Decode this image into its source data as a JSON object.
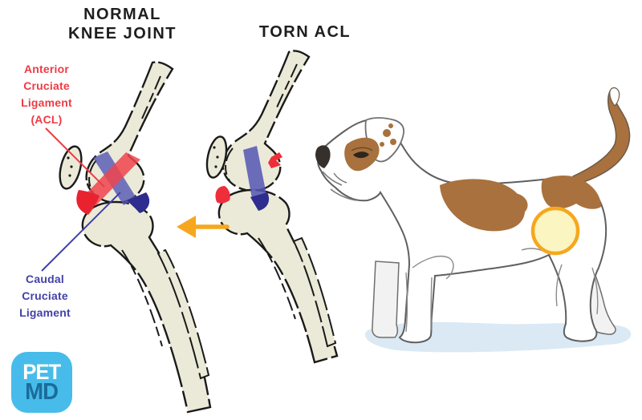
{
  "titles": {
    "left_line1": "NORMAL",
    "left_line2": "KNEE JOINT",
    "right": "TORN ACL"
  },
  "labels": {
    "acl": {
      "lines": [
        "Anterior",
        "Cruciate",
        "Ligament",
        "(ACL)"
      ],
      "color": "#ee3b44"
    },
    "ccl": {
      "lines": [
        "Caudal",
        "Cruciate",
        "Ligament"
      ],
      "color": "#4341a7"
    }
  },
  "logo": {
    "top": "PET",
    "bottom": "MD"
  },
  "icons": {
    "left_arrow": "left-arrow-icon"
  },
  "colors": {
    "acl_red": "#ee3b44",
    "ccl_blue": "#4341a7",
    "ligament_red_band": "#f0444e",
    "ligament_blue_band": "#5456b4",
    "arrow_orange": "#f6a71e",
    "highlight_fill": "#f7f0a0",
    "bone_fill": "#ebead8",
    "bone_outline": "#1a1a1a",
    "dog_brown": "#a9713e",
    "dog_outline": "#5f5f5f",
    "ground_shadow": "#dae9f4",
    "logo_bg": "#47bcea",
    "logo_md_blue": "#1a6c9b"
  }
}
